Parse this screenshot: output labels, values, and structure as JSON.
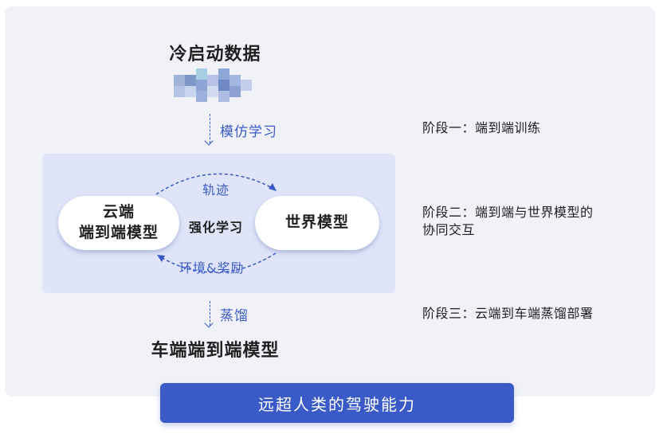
{
  "diagram": {
    "cold_start": "冷启动数据",
    "imitation": "模仿学习",
    "cloud_model_line1": "云端",
    "cloud_model_line2": "端到端模型",
    "world_model": "世界模型",
    "rl": "强化学习",
    "trajectory": "轨迹",
    "env_reward": "环境&奖励",
    "distill": "蒸馏",
    "vehicle_model": "车端端到端模型",
    "banner": "远超人类的驾驶能力"
  },
  "stages": {
    "stage1": "阶段一：端到端训练",
    "stage2_line1": "阶段二：端到端与世界模型的",
    "stage2_line2": "协同交互",
    "stage3": "阶段三：云端到车端蒸馏部署"
  },
  "colors": {
    "accent": "#3a5bc7",
    "panel": "#f1f2f8",
    "box": "#dfe4f8"
  }
}
